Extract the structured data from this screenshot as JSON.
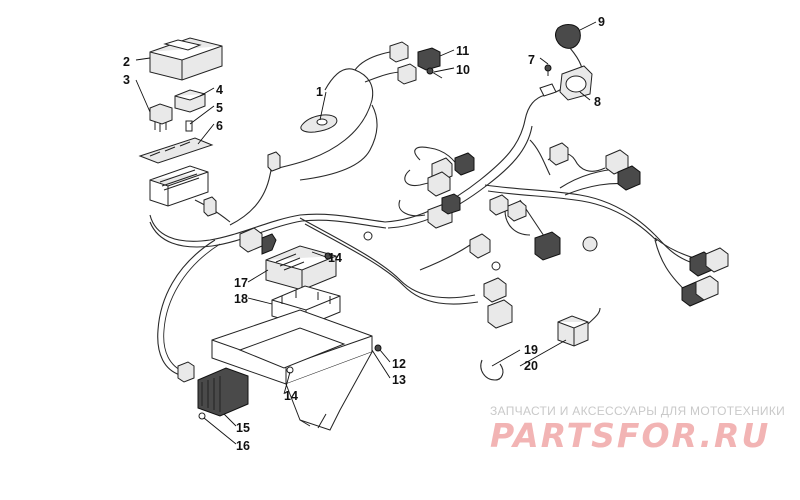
{
  "callouts": [
    "1",
    "2",
    "3",
    "4",
    "5",
    "6",
    "7",
    "8",
    "9",
    "10",
    "11",
    "12",
    "13",
    "14",
    "14",
    "15",
    "16",
    "17",
    "18",
    "19",
    "20"
  ],
  "watermark": {
    "caption": "ЗАПЧАСТИ И АКСЕССУАРЫ ДЛЯ МОТОТЕХНИКИ",
    "logo": "PARTSFOR.RU",
    "caption_color": "#c9c9c9",
    "logo_color": "#f2b4b4"
  },
  "colors": {
    "line": "#2a2a2a",
    "background": "#ffffff"
  }
}
